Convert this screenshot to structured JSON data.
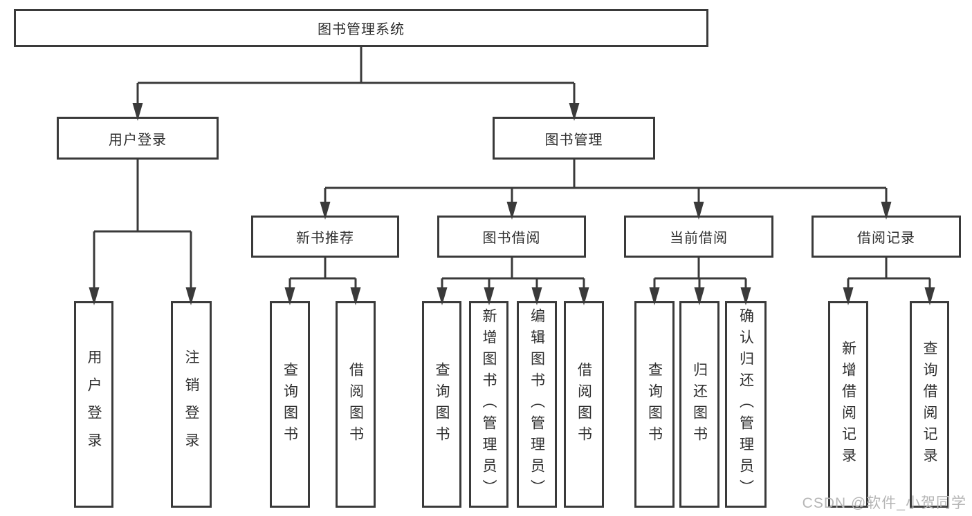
{
  "colors": {
    "line": "#3a3a3a",
    "text": "#2f2f2f",
    "watermark": "#b6b6b6",
    "background": "#ffffff"
  },
  "watermark": "CSDN @软件_小贺同学",
  "diagram": {
    "root": "图书管理系统",
    "level2": {
      "user_login": "用户登录",
      "book_management": "图书管理"
    },
    "level3": {
      "new_book_recommend": "新书推荐",
      "book_borrow": "图书借阅",
      "current_borrow": "当前借阅",
      "borrow_records": "借阅记录"
    },
    "leaves": {
      "user_login": [
        "用户登录",
        "注销登录"
      ],
      "new_book_recommend": [
        "查询图书",
        "借阅图书"
      ],
      "book_borrow": [
        "查询图书",
        "新增图书（管理员）",
        "编辑图书（管理员）",
        "借阅图书"
      ],
      "current_borrow": [
        "查询图书",
        "归还图书",
        "确认归还（管理员）"
      ],
      "borrow_records": [
        "新增借阅记录",
        "查询借阅记录"
      ]
    }
  }
}
